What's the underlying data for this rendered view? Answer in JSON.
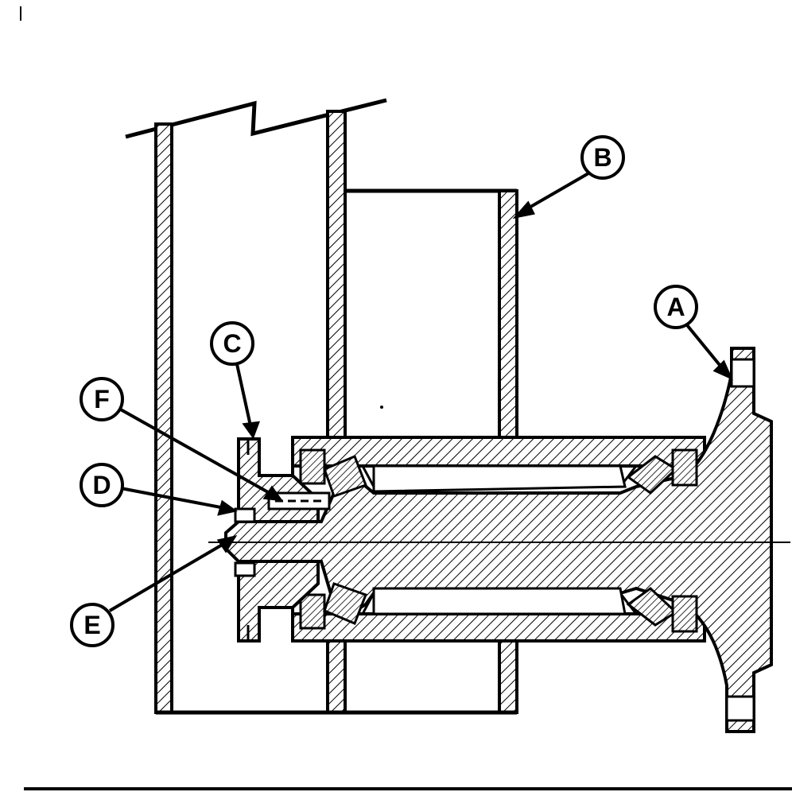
{
  "labels": {
    "a": "A",
    "b": "B",
    "c": "C",
    "d": "D",
    "e": "E",
    "f": "F"
  },
  "colors": {
    "ink": "#000000",
    "paper": "#ffffff"
  }
}
